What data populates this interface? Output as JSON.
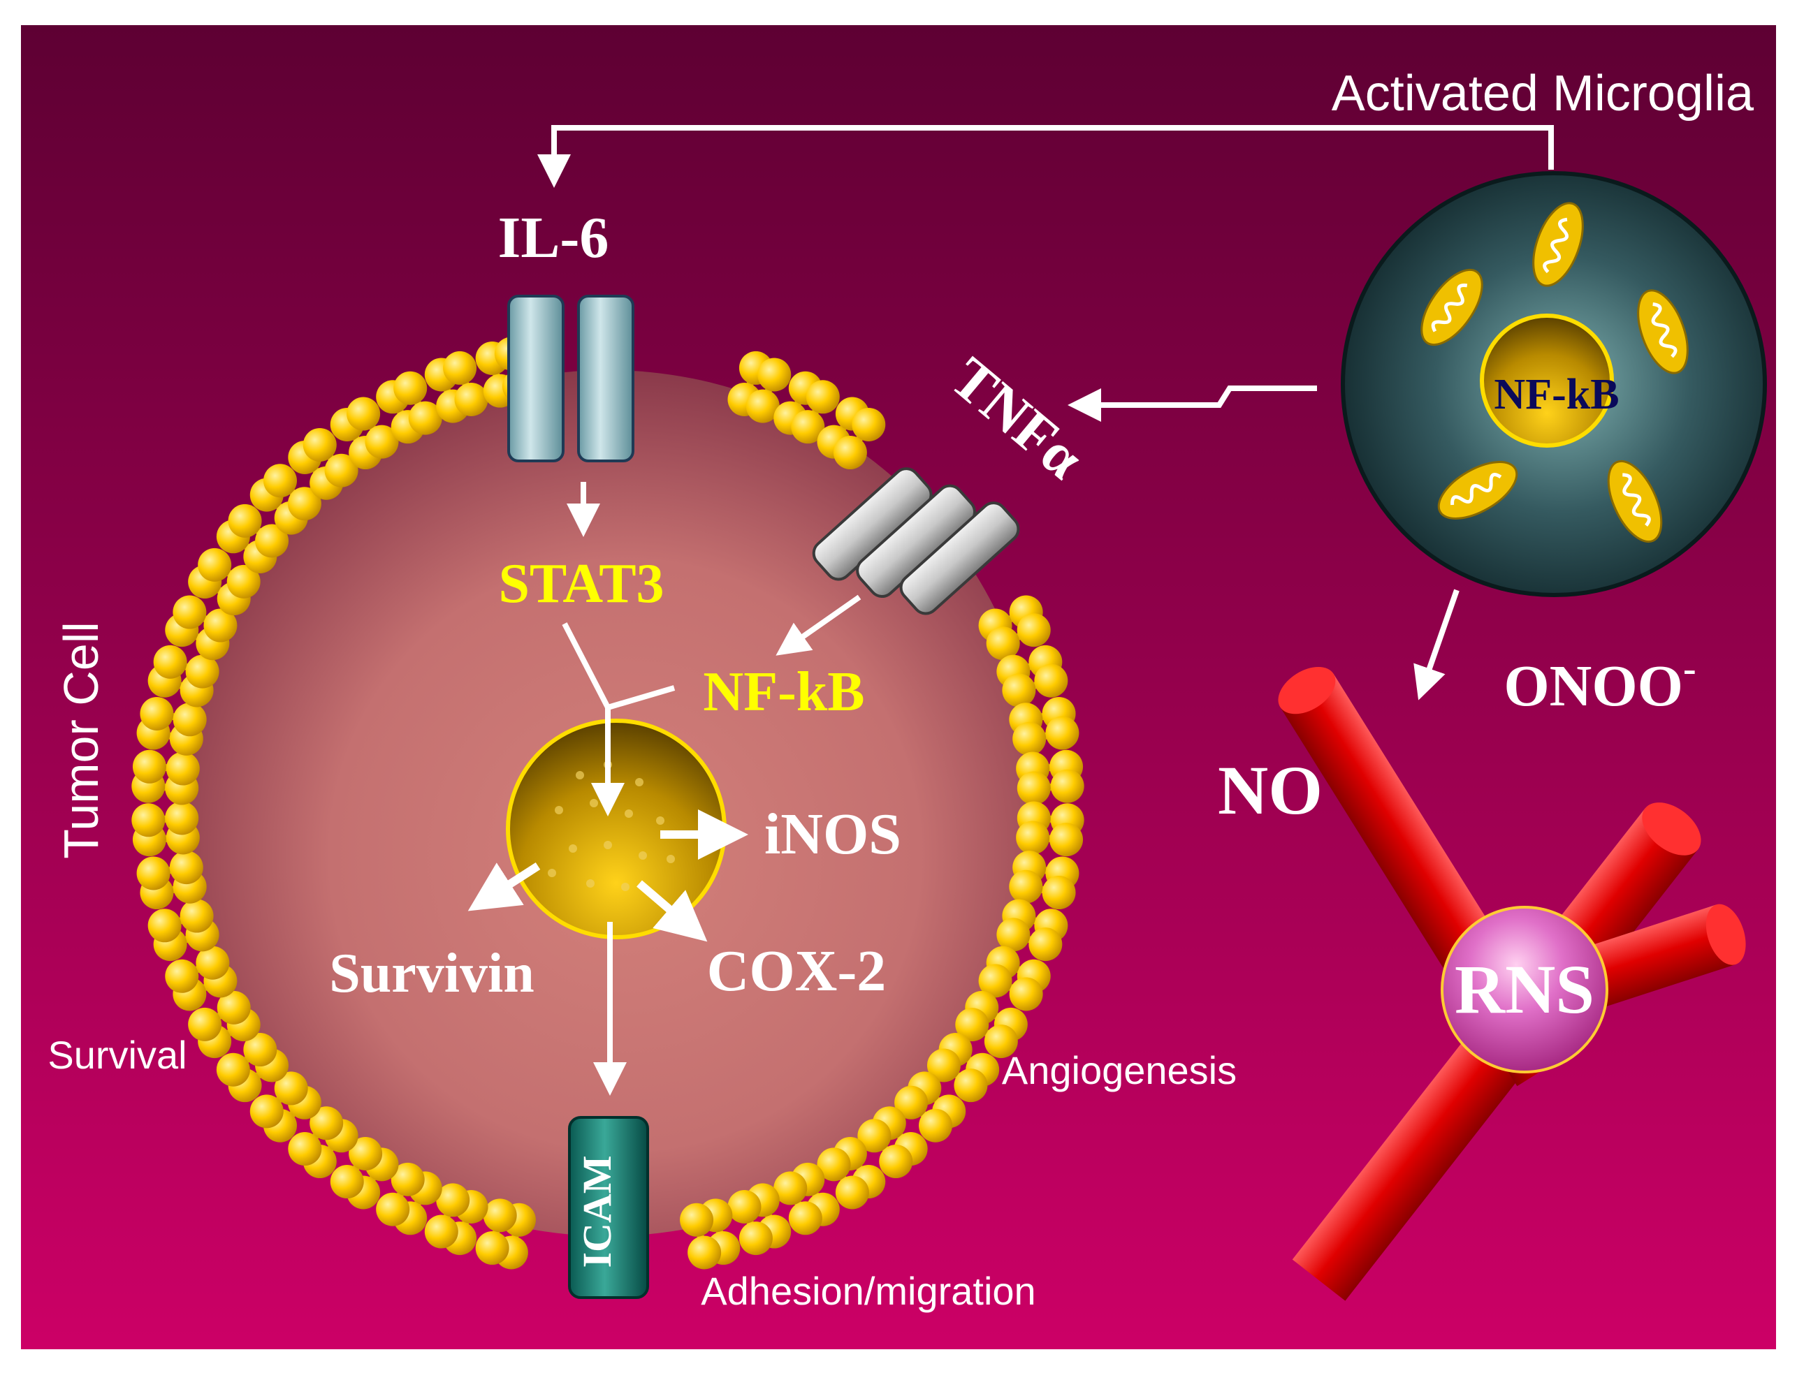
{
  "labels": {
    "activated_microglia": "Activated Microglia",
    "il6": "IL-6",
    "tnfa": "TNFα",
    "microglia_nfkb": "NF-kB",
    "stat3": "STAT3",
    "cell_nfkb": "NF-kB",
    "inos": "iNOS",
    "survivin": "Survivin",
    "cox2": "COX-2",
    "icam": "ICAM",
    "tumor_cell": "Tumor Cell",
    "survival": "Survival",
    "angiogenesis": "Angiogenesis",
    "adhesion_migration": "Adhesion/migration",
    "no": "NO",
    "onoo": "ONOO",
    "onoo_charge": "-",
    "rns": "RNS"
  },
  "colors": {
    "background_top": "#5e0033",
    "background_bottom": "#cc0066",
    "lipid_head": "#ffcc00",
    "yellow_text": "#ffff00",
    "white_text": "#ffffff",
    "microglia_body": "#1d3a3e",
    "nucleus": "#c8a000",
    "rod_red": "#e00000",
    "rns_sphere": "#d63aa6",
    "il6_receptor": "#8fb8c0",
    "icam_receptor": "#0f7268",
    "navy_text": "#0a0a5a"
  }
}
